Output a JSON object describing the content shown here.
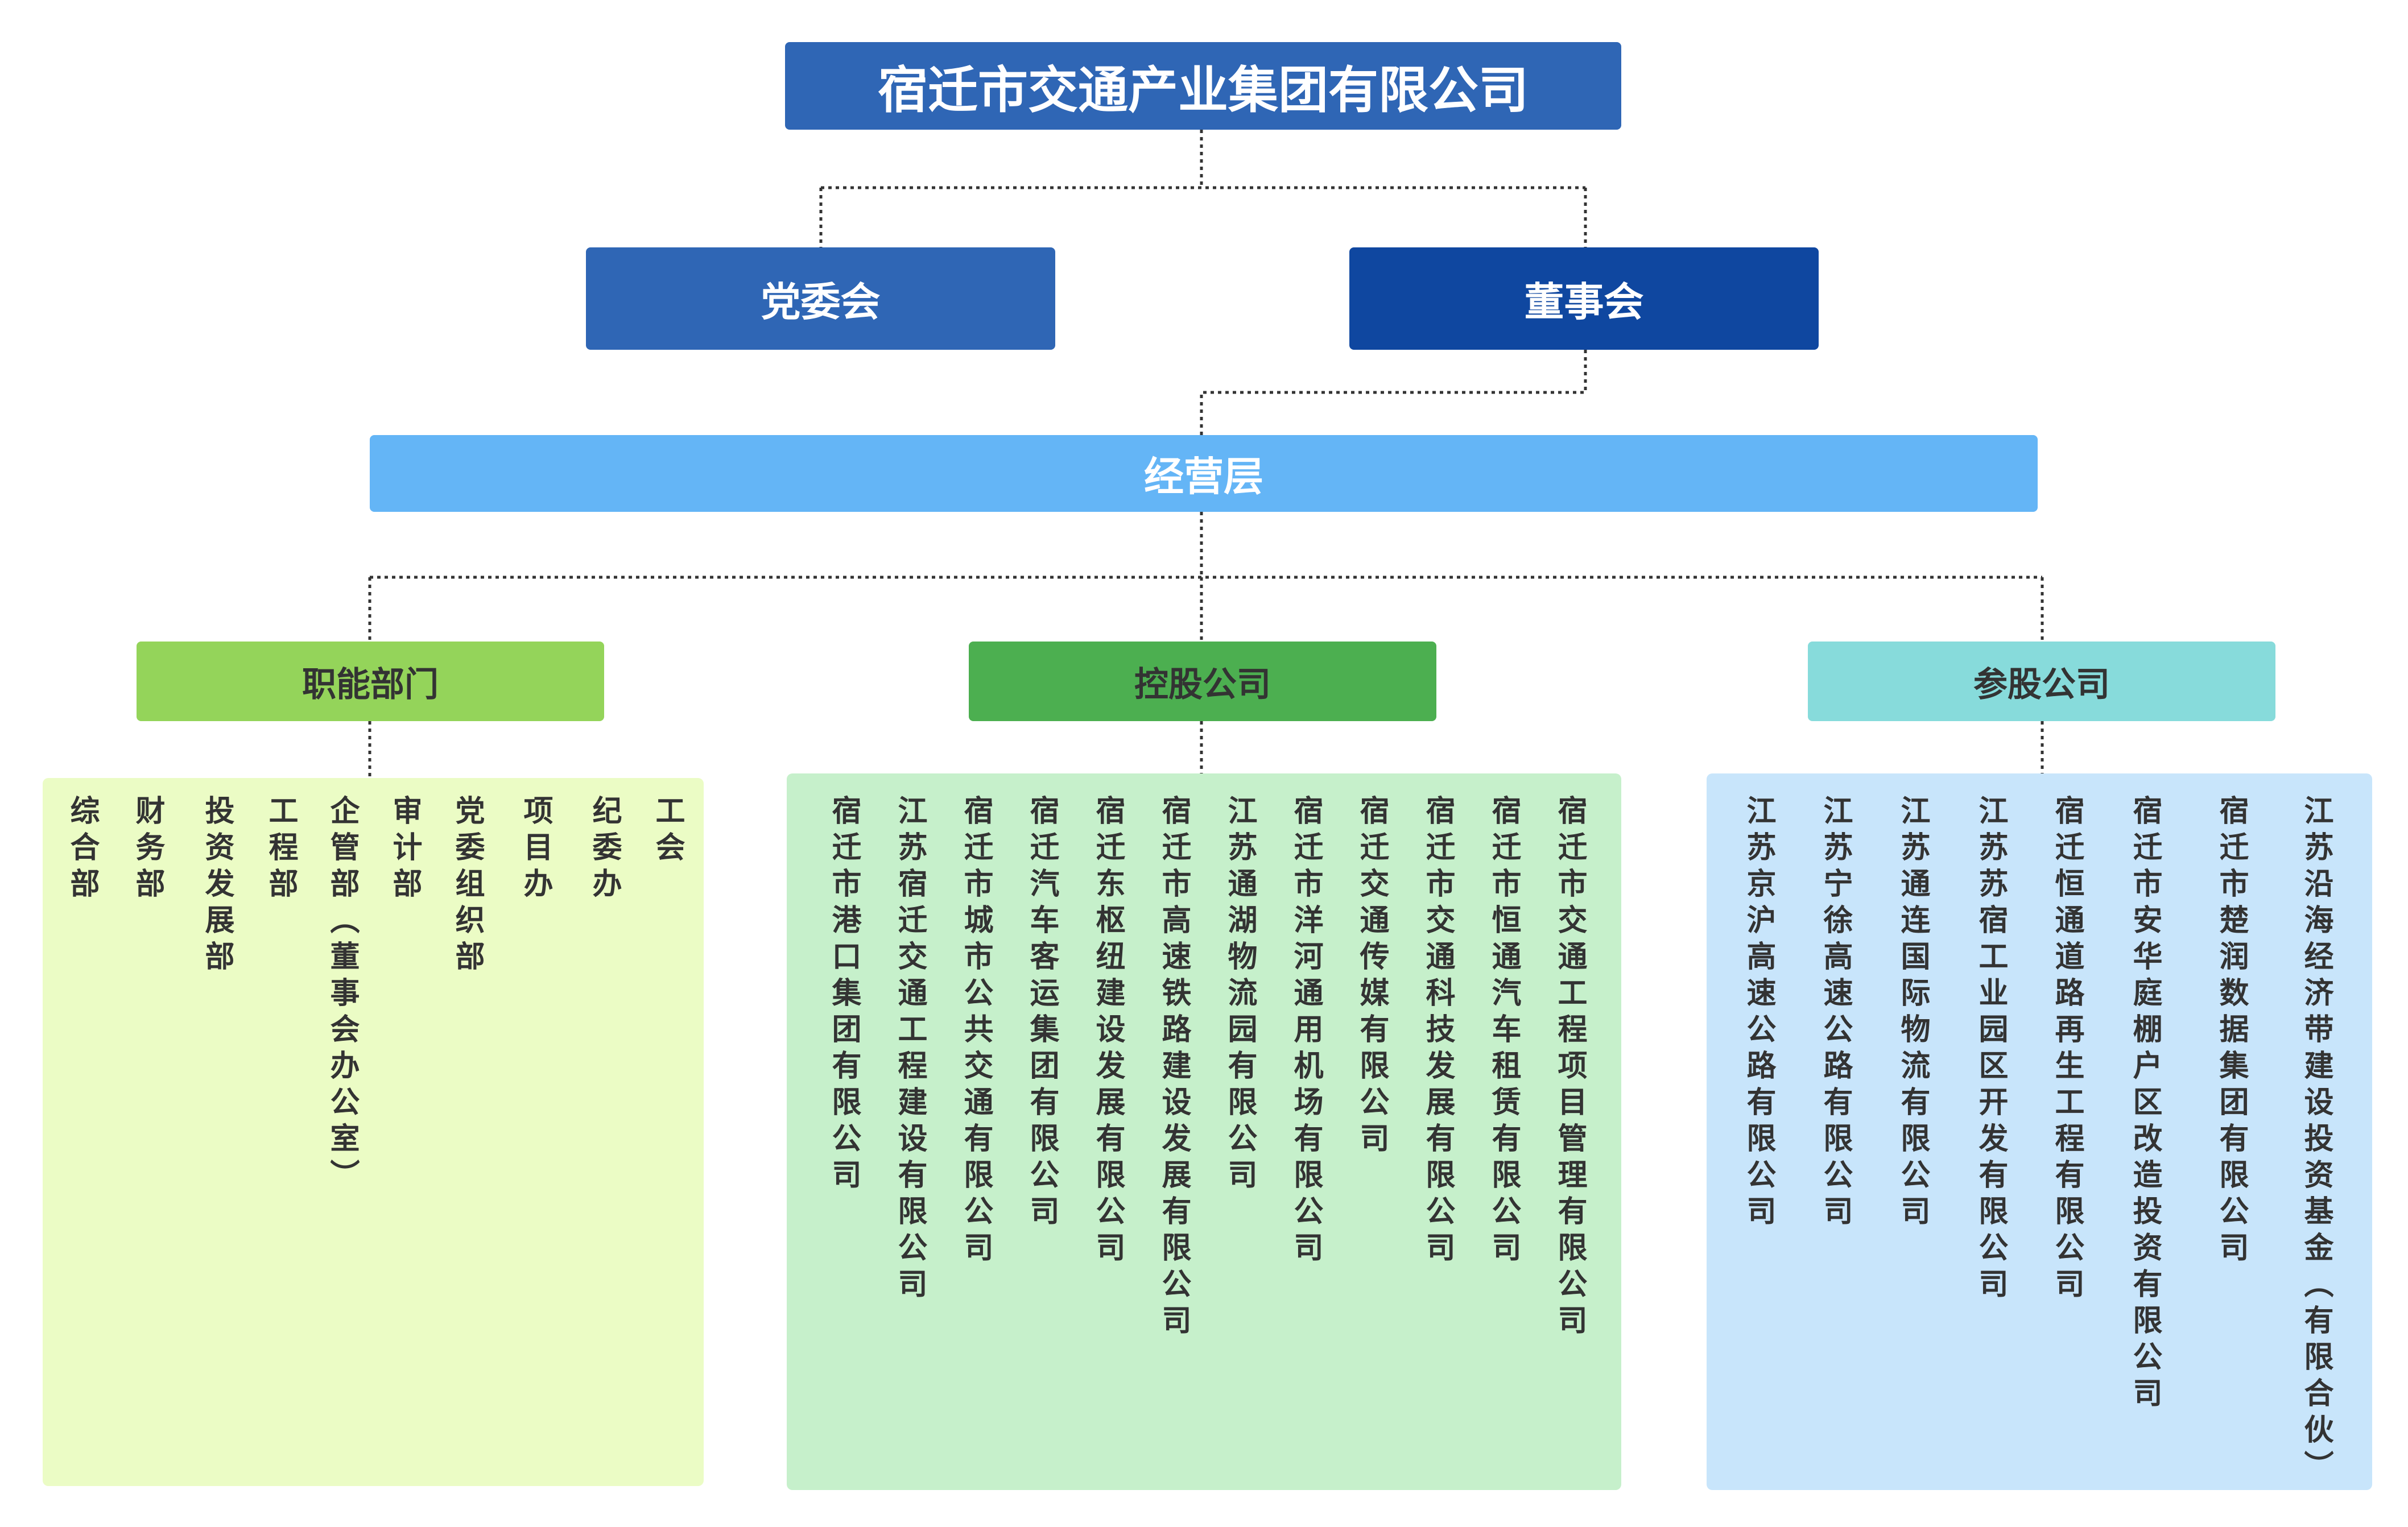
{
  "top": {
    "title": "宿迁市交通产业集团有限公司"
  },
  "level2": {
    "left": "党委会",
    "right": "董事会"
  },
  "level3": {
    "title": "经营层"
  },
  "categories": {
    "functional": "职能部门",
    "holding": "控股公司",
    "participating": "参股公司"
  },
  "functional_items": [
    "综合部",
    "财务部",
    "投资发展部",
    "工程部",
    "企管部（董事会办公室）",
    "审计部",
    "党委组织部",
    "项目办",
    "纪委办",
    "工会"
  ],
  "holding_items": [
    "宿迁市港口集团有限公司",
    "江苏宿迁交通工程建设有限公司",
    "宿迁市城市公共交通有限公司",
    "宿迁汽车客运集团有限公司",
    "宿迁东枢纽建设发展有限公司",
    "宿迁市高速铁路建设发展有限公司",
    "江苏通湖物流园有限公司",
    "宿迁市洋河通用机场有限公司",
    "宿迁交通传媒有限公司",
    "宿迁市交通科技发展有限公司",
    "宿迁市恒通汽车租赁有限公司",
    "宿迁市交通工程项目管理有限公司"
  ],
  "participating_items": [
    "江苏京沪高速公路有限公司",
    "江苏宁徐高速公路有限公司",
    "江苏通连国际物流有限公司",
    "江苏苏宿工业园区开发有限公司",
    "宿迁恒通道路再生工程有限公司",
    "宿迁市安华庭棚户区改造投资有限公司",
    "宿迁市楚润数据集团有限公司",
    "江苏沿海经济带建设投资基金（有限合伙）"
  ],
  "colors": {
    "top": "#2f66b5",
    "party": "#2f66b5",
    "board": "#0f47a0",
    "management": "#64b5f6",
    "functional_header": "#94d45a",
    "holding_header": "#4caf50",
    "participating_header": "#87dbdb",
    "functional_panel": "#ebfcc5",
    "holding_panel": "#c6f0cb",
    "participating_panel": "#c8e5fb"
  }
}
